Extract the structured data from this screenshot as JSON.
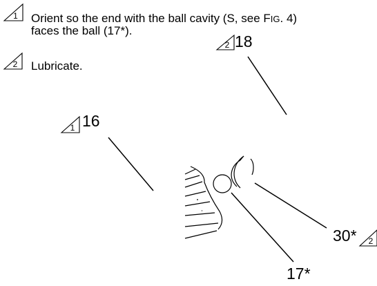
{
  "notes": [
    {
      "marker": "1",
      "line1": "Orient so the end with the ball cavity (S, see F",
      "fig_small_caps": "IG",
      "line1_end": ". 4)",
      "line2": "faces the ball (17*)."
    },
    {
      "marker": "2",
      "line1": "Lubricate."
    }
  ],
  "callouts": [
    {
      "id": "part-16",
      "marker": "1",
      "label": "16"
    },
    {
      "id": "part-18",
      "marker": "2",
      "label": "18"
    },
    {
      "id": "part-30",
      "marker": "2",
      "label": "30*"
    },
    {
      "id": "part-17",
      "label": "17*"
    }
  ]
}
